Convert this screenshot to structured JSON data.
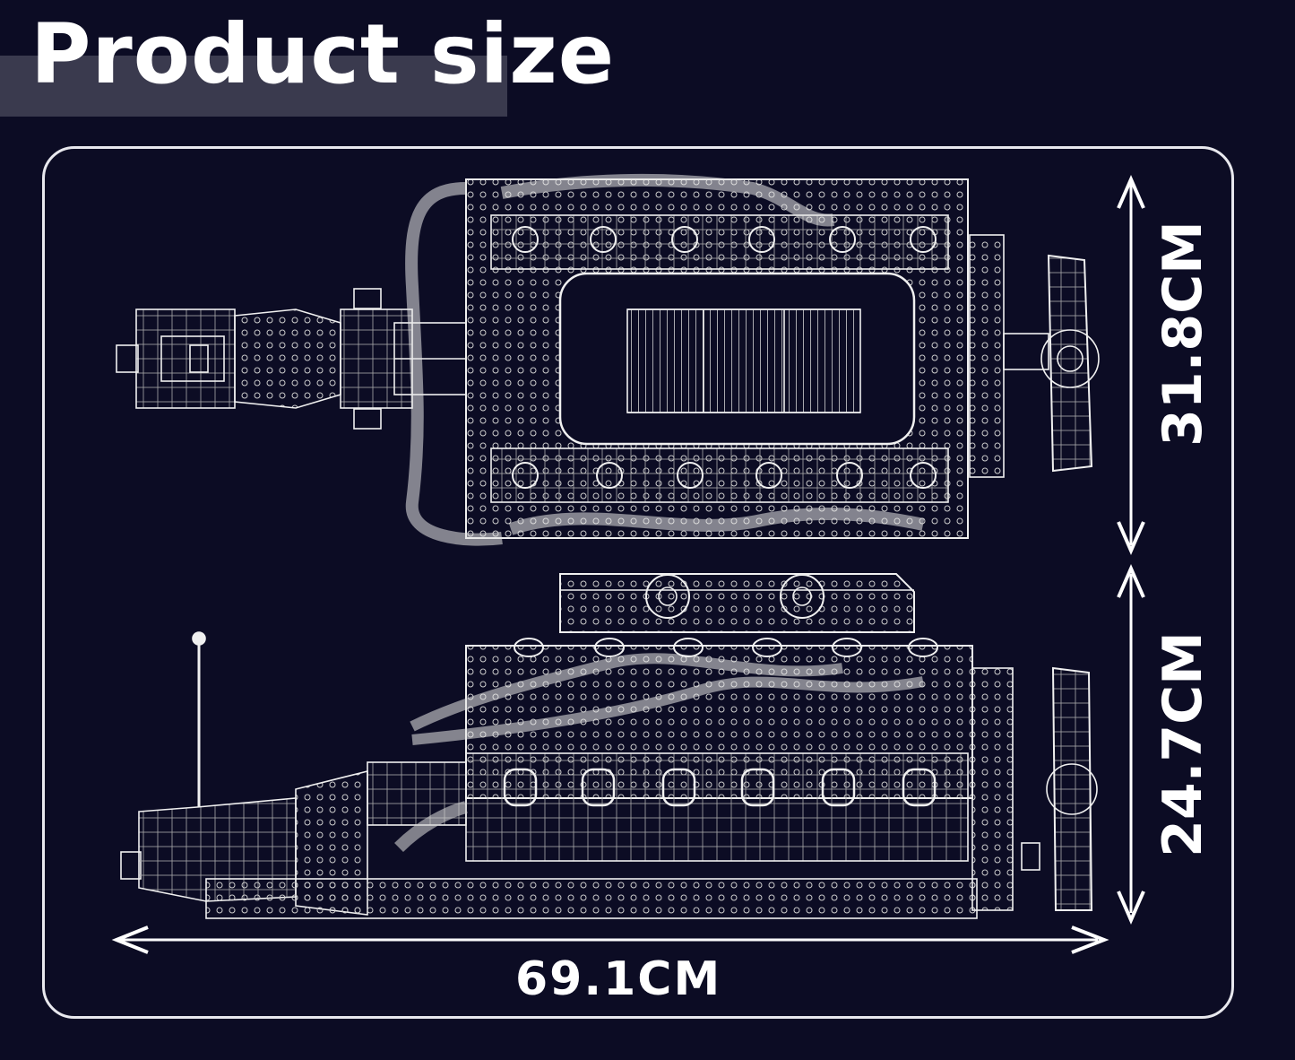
{
  "header": {
    "title": "Product size"
  },
  "dimensions": {
    "height_top_view": "31.8CM",
    "height_side_view": "24.7CM",
    "length": "69.1CM"
  },
  "colors": {
    "background": "#0c0c24",
    "line": "#ffffff",
    "band": "#3a3a4e"
  }
}
